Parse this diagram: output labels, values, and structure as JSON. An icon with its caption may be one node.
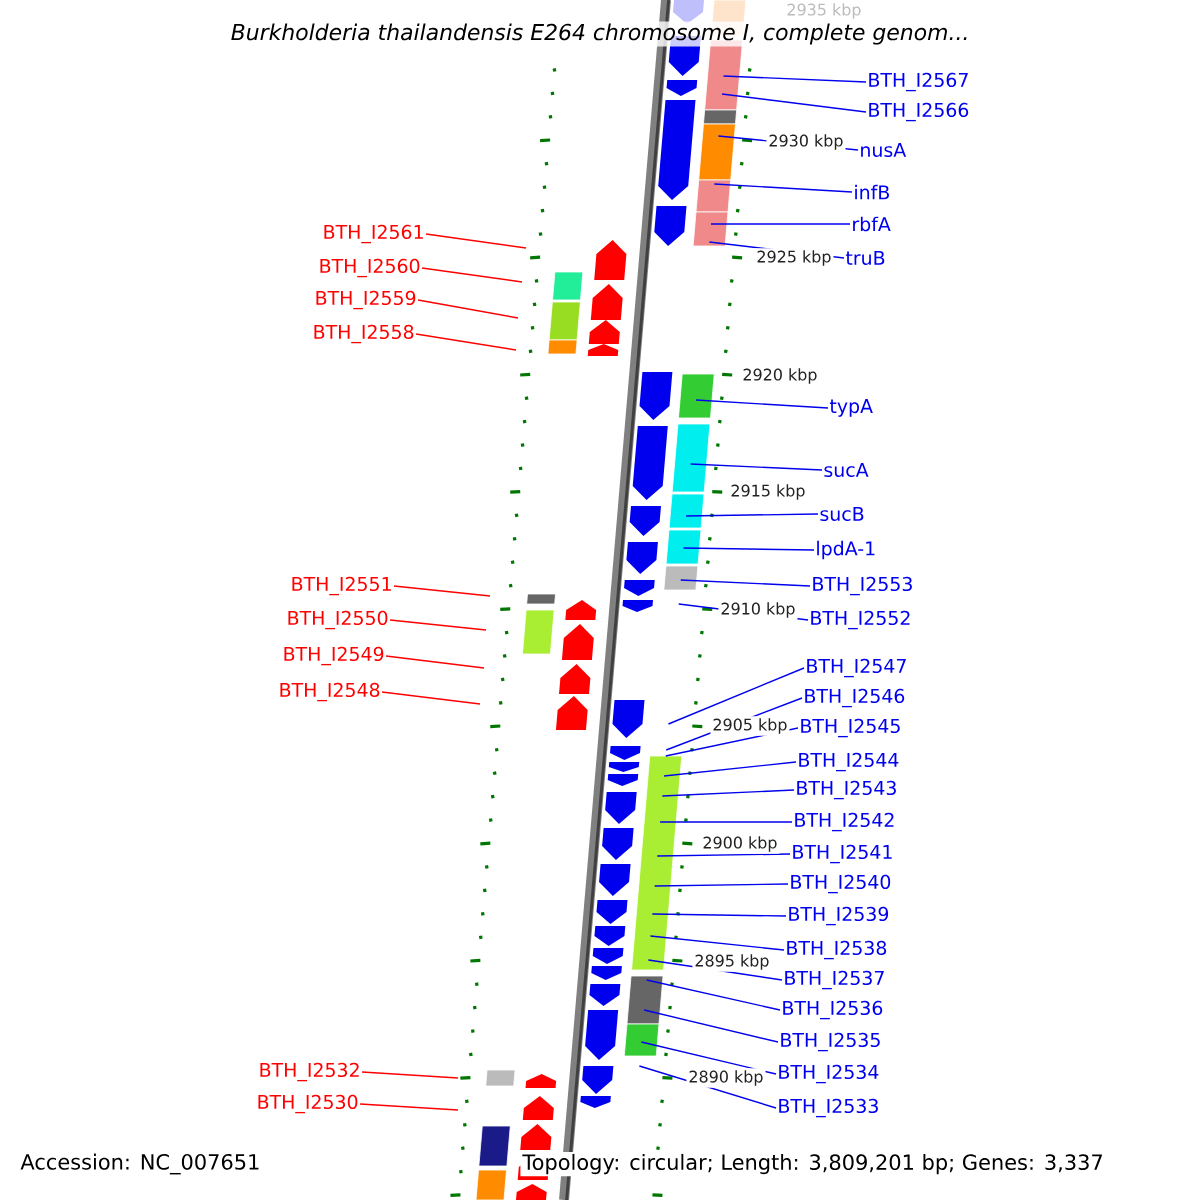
{
  "diagram": {
    "title": "Burkholderia thailandensis E264 chromosome I, complete genom...",
    "nodes": [
      {
        "text": [
          "BTH_I2567"
        ]
      },
      {
        "text": [
          "BTH_I2566"
        ]
      },
      {
        "text": [
          "nusA"
        ]
      },
      {
        "text": [
          "infB"
        ]
      },
      {
        "text": [
          "rbfA"
        ]
      },
      {
        "text": [
          "BTH_I2561"
        ]
      },
      {
        "text": [
          "truB"
        ]
      },
      {
        "text": [
          "BTH_I2560"
        ]
      },
      {
        "text": [
          "BTH_I2559"
        ]
      },
      {
        "text": [
          "BTH_I2558"
        ]
      },
      {
        "text": [
          "typA"
        ]
      },
      {
        "text": [
          "sucA"
        ]
      },
      {
        "text": [
          "sucB"
        ]
      },
      {
        "text": [
          "lpdA-1"
        ]
      },
      {
        "text": [
          "BTH_I2551"
        ]
      },
      {
        "text": [
          "BTH_I2553"
        ]
      },
      {
        "text": [
          "BTH_I2550"
        ]
      },
      {
        "text": [
          "BTH_I2552"
        ]
      },
      {
        "text": [
          "BTH_I2549"
        ]
      },
      {
        "text": [
          "BTH_I2547"
        ]
      },
      {
        "text": [
          "BTH_I2548"
        ]
      },
      {
        "text": [
          "BTH_I2546"
        ]
      },
      {
        "text": [
          "BTH_I2545"
        ]
      },
      {
        "text": [
          "BTH_I2544"
        ]
      },
      {
        "text": [
          "BTH_I2543"
        ]
      },
      {
        "text": [
          "BTH_I2542"
        ]
      },
      {
        "text": [
          "BTH_I2541"
        ]
      },
      {
        "text": [
          "BTH_I2540"
        ]
      },
      {
        "text": [
          "BTH_I2539"
        ]
      },
      {
        "text": [
          "BTH_I2538"
        ]
      },
      {
        "text": [
          "BTH_I2537"
        ]
      },
      {
        "text": [
          "BTH_I2536"
        ]
      },
      {
        "text": [
          "BTH_I2535"
        ]
      },
      {
        "text": [
          "BTH_I2532"
        ]
      },
      {
        "text": [
          "BTH_I2534"
        ]
      },
      {
        "text": [
          "BTH_I2530"
        ]
      },
      {
        "text": [
          "BTH_I2533"
        ]
      }
    ],
    "edges": [
      {
        "from": 0,
        "to": null,
        "arrow": "none"
      },
      {
        "from": 1,
        "to": null,
        "arrow": "none"
      },
      {
        "from": 2,
        "to": null,
        "arrow": "none"
      },
      {
        "from": 3,
        "to": null,
        "arrow": "none"
      },
      {
        "from": 4,
        "to": null,
        "arrow": "none"
      },
      {
        "from": 5,
        "to": null,
        "arrow": "none",
        "color": "#ff0000"
      },
      {
        "from": 6,
        "to": null,
        "arrow": "none"
      },
      {
        "from": 7,
        "to": null,
        "arrow": "none",
        "color": "#ff0000"
      },
      {
        "from": 8,
        "to": null,
        "arrow": "none",
        "color": "#ff0000"
      },
      {
        "from": 9,
        "to": null,
        "arrow": "none",
        "color": "#ff0000"
      },
      {
        "from": 10,
        "to": null,
        "arrow": "none"
      },
      {
        "from": 11,
        "to": null,
        "arrow": "none"
      },
      {
        "from": 12,
        "to": null,
        "arrow": "none"
      },
      {
        "from": 13,
        "to": null,
        "arrow": "none"
      },
      {
        "from": 14,
        "to": null,
        "arrow": "none",
        "color": "#ff0000"
      },
      {
        "from": 15,
        "to": null,
        "arrow": "none"
      },
      {
        "from": 16,
        "to": null,
        "arrow": "none",
        "color": "#ff0000"
      },
      {
        "from": 17,
        "to": null,
        "arrow": "none"
      },
      {
        "from": 18,
        "to": null,
        "arrow": "none",
        "color": "#ff0000"
      },
      {
        "from": 19,
        "to": null,
        "arrow": "none"
      },
      {
        "from": 20,
        "to": null,
        "arrow": "none",
        "color": "#ff0000"
      },
      {
        "from": 21,
        "to": null,
        "arrow": "none"
      },
      {
        "from": 22,
        "to": null,
        "arrow": "none"
      },
      {
        "from": 23,
        "to": null,
        "arrow": "none"
      },
      {
        "from": 24,
        "to": null,
        "arrow": "none"
      },
      {
        "from": 25,
        "to": null,
        "arrow": "none"
      },
      {
        "from": 26,
        "to": null,
        "arrow": "none"
      },
      {
        "from": 27,
        "to": null,
        "arrow": "none"
      },
      {
        "from": 28,
        "to": null,
        "arrow": "none"
      },
      {
        "from": 29,
        "to": null,
        "arrow": "none"
      },
      {
        "from": 30,
        "to": null,
        "arrow": "none"
      },
      {
        "from": 31,
        "to": null,
        "arrow": "none"
      },
      {
        "from": 32,
        "to": null,
        "arrow": "none"
      },
      {
        "from": 33,
        "to": null,
        "arrow": "none",
        "color": "#ff0000"
      },
      {
        "from": 34,
        "to": null,
        "arrow": "none"
      },
      {
        "from": 35,
        "to": null,
        "arrow": "none",
        "color": "#ff0000"
      },
      {
        "from": 36,
        "to": null,
        "arrow": "none"
      }
    ],
    "labels": [
      "2935 kbp",
      "2930 kbp",
      "2925 kbp",
      "2920 kbp",
      "2915 kbp",
      "2910 kbp",
      "2905 kbp",
      "2900 kbp",
      "2895 kbp",
      "2890 kbp",
      "Accession: NC_007651",
      "Topology: circular; Length: 3,809,201 bp; Genes: 3,337"
    ]
  }
}
